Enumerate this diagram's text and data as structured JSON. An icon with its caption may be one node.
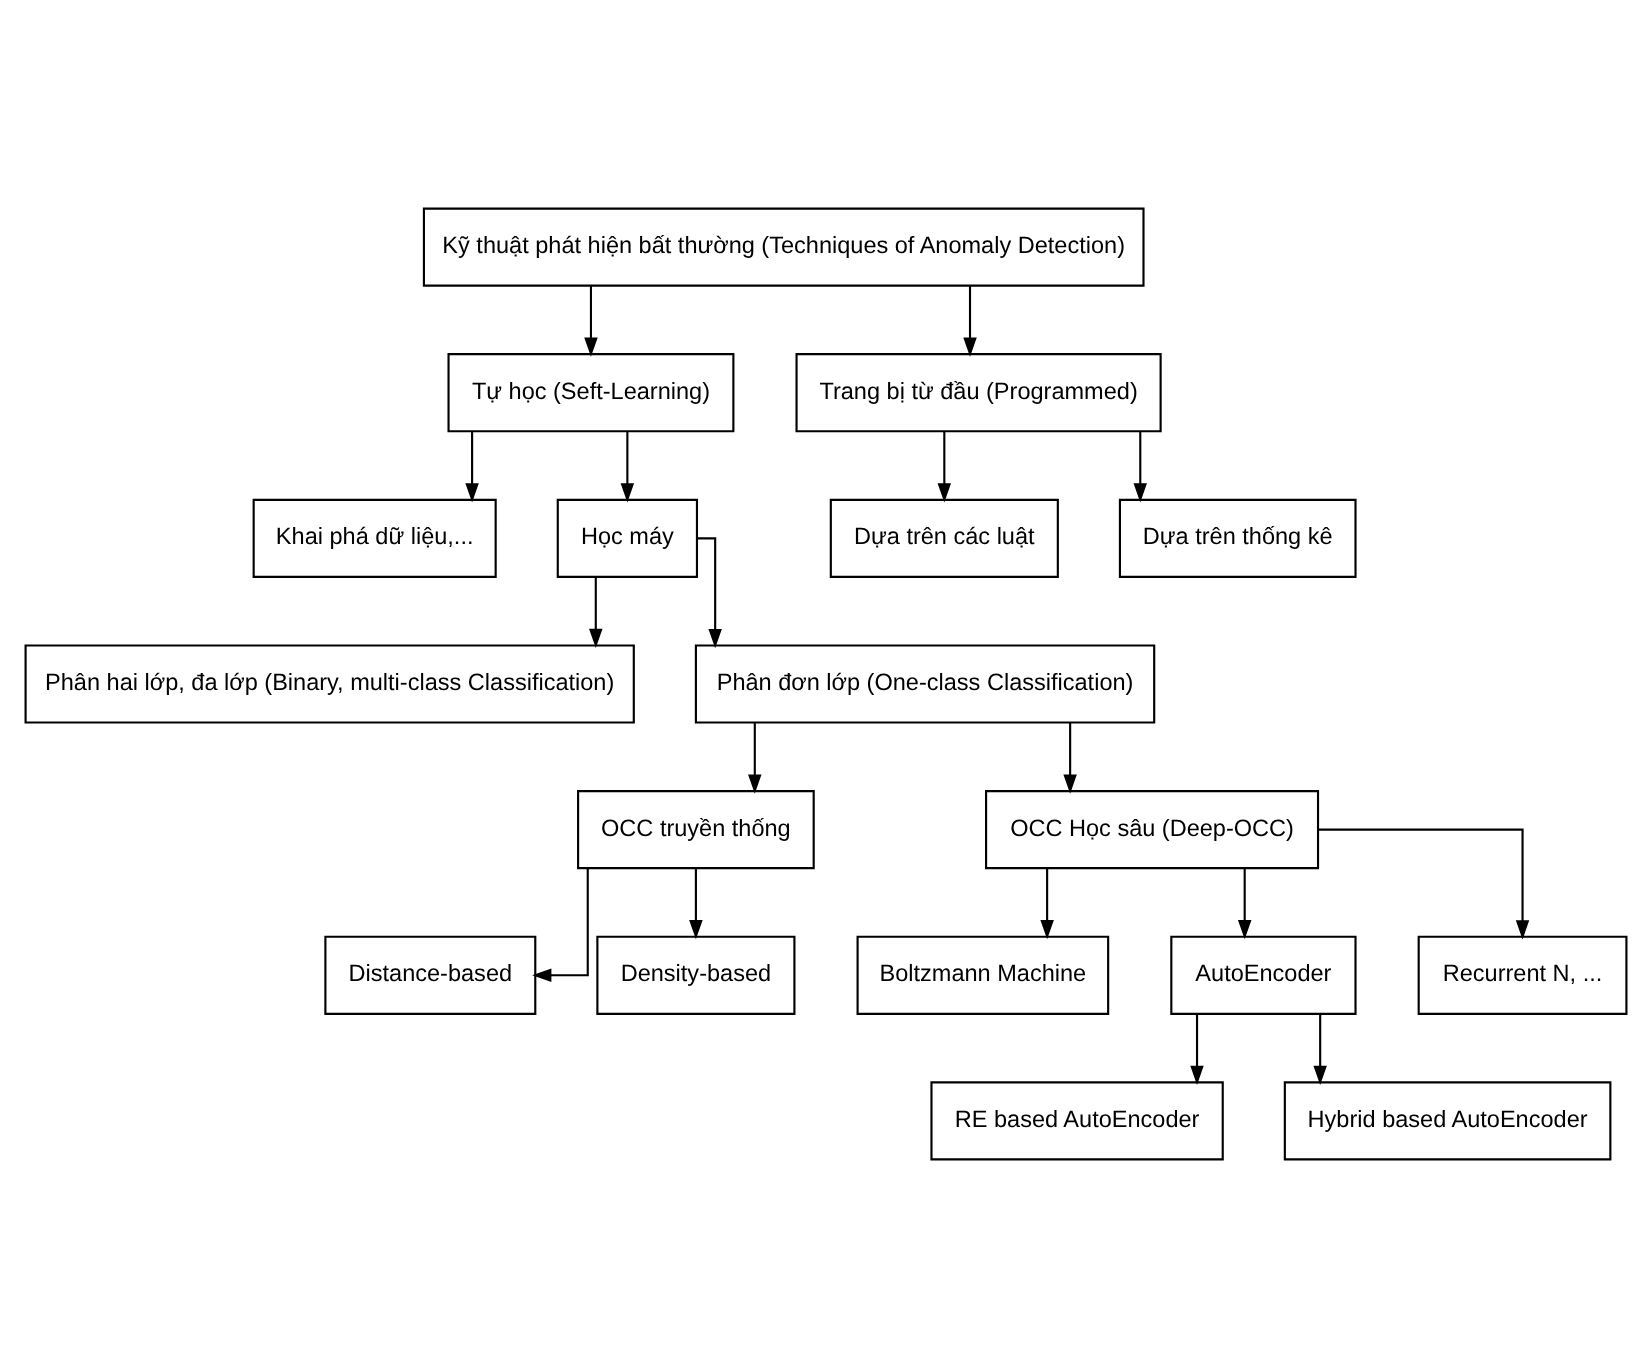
{
  "diagram": {
    "nodes": [
      {
        "text": [
          "Kỹ thuật phát hiện bất thường (Techniques of Anomaly Detection)"
        ]
      },
      {
        "text": [
          "Tự học (Seft-Learning)"
        ]
      },
      {
        "text": [
          "Trang bị từ đầu (Programmed)"
        ]
      },
      {
        "text": [
          "Khai phá dữ liệu,..."
        ]
      },
      {
        "text": [
          "Học máy"
        ]
      },
      {
        "text": [
          "Dựa trên các luật"
        ]
      },
      {
        "text": [
          "Dựa trên thống kê"
        ]
      },
      {
        "text": [
          "Phân hai lớp, đa lớp (Binary, multi-class Classification)"
        ]
      },
      {
        "text": [
          "Phân đơn lớp (One-class Classification)"
        ]
      },
      {
        "text": [
          "OCC truyền thống"
        ]
      },
      {
        "text": [
          "OCC Học sâu (Deep-OCC)"
        ]
      },
      {
        "text": [
          "Distance-based"
        ]
      },
      {
        "text": [
          "Density-based"
        ]
      },
      {
        "text": [
          "Boltzmann Machine"
        ]
      },
      {
        "text": [
          "AutoEncoder"
        ]
      },
      {
        "text": [
          "Recurrent N, ..."
        ]
      },
      {
        "text": [
          "RE based AutoEncoder"
        ]
      },
      {
        "text": [
          "Hybrid based AutoEncoder"
        ]
      }
    ],
    "edges": [
      {
        "from": 0,
        "to": 1,
        "arrow": "to"
      },
      {
        "from": 0,
        "to": 2,
        "arrow": "to"
      },
      {
        "from": 1,
        "to": 3,
        "arrow": "to"
      },
      {
        "from": 1,
        "to": 4,
        "arrow": "to"
      },
      {
        "from": 2,
        "to": 5,
        "arrow": "to"
      },
      {
        "from": 2,
        "to": 6,
        "arrow": "to"
      },
      {
        "from": 4,
        "to": 7,
        "arrow": "to"
      },
      {
        "from": 4,
        "to": 8,
        "arrow": "to"
      },
      {
        "from": 8,
        "to": 9,
        "arrow": "to"
      },
      {
        "from": 8,
        "to": 10,
        "arrow": "to"
      },
      {
        "from": 9,
        "to": 11,
        "arrow": "to"
      },
      {
        "from": 9,
        "to": 12,
        "arrow": "to"
      },
      {
        "from": 10,
        "to": 13,
        "arrow": "to"
      },
      {
        "from": 10,
        "to": 14,
        "arrow": "to"
      },
      {
        "from": 10,
        "to": 15,
        "arrow": "to"
      },
      {
        "from": 14,
        "to": 16,
        "arrow": "to"
      },
      {
        "from": 14,
        "to": 17,
        "arrow": "to"
      }
    ]
  }
}
